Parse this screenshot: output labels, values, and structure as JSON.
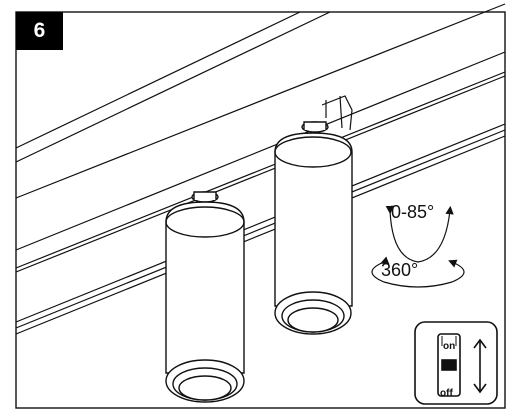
{
  "step": {
    "number": "6"
  },
  "annotations": {
    "tilt_range": "0-85°",
    "rotation": "360°"
  },
  "switch": {
    "on_label": "on",
    "off_label": "off"
  },
  "colors": {
    "line": "#111111",
    "badge_bg": "#000000",
    "badge_text": "#ffffff",
    "background": "#ffffff"
  },
  "icons": [
    "tilt-arrow-icon",
    "rotate-arrow-icon",
    "switch-icon",
    "up-down-arrow-icon"
  ]
}
